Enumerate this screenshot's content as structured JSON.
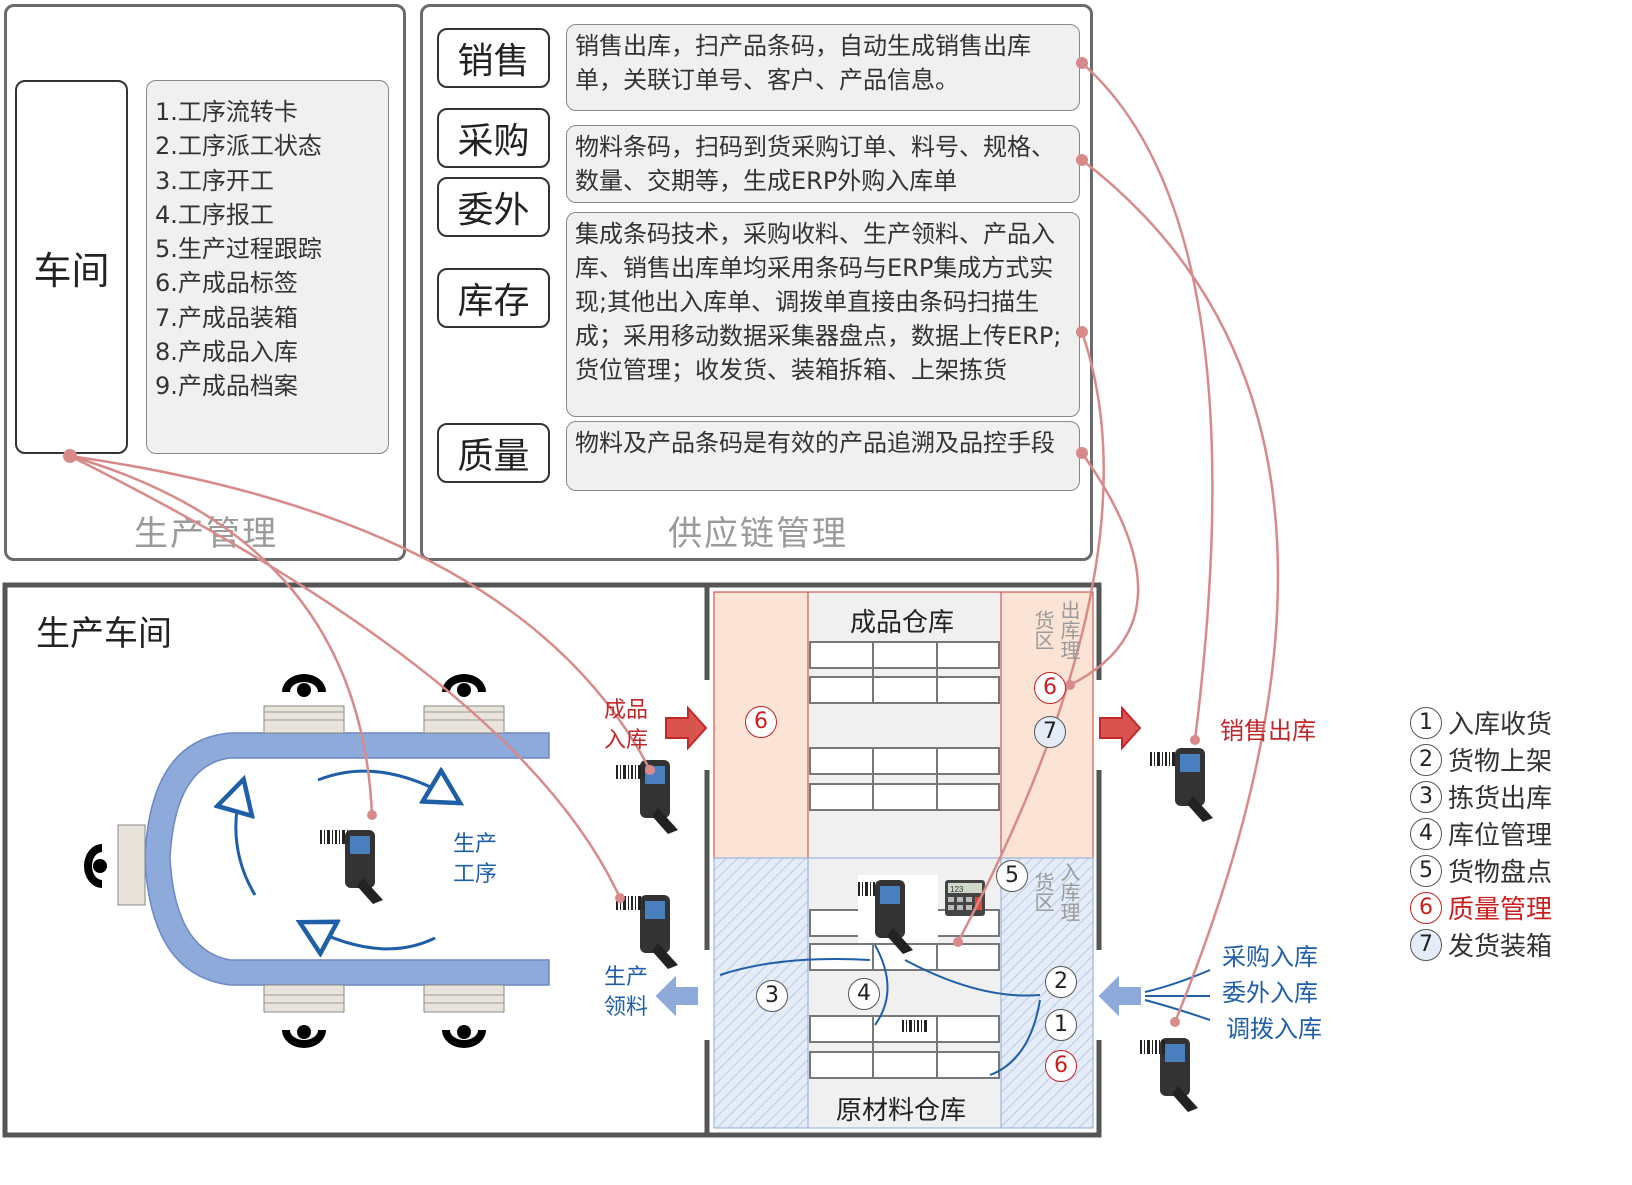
{
  "production_panel": {
    "title": "生产管理",
    "workshop_label": "车间",
    "items": [
      "1.工序流转卡",
      "2.工序派工状态",
      "3.工序开工",
      "4.工序报工",
      "5.生产过程跟踪",
      "6.产成品标签",
      "7.产成品装箱",
      "8.产成品入库",
      "9.产成品档案"
    ]
  },
  "supply_panel": {
    "title": "供应链管理",
    "rows": [
      {
        "label": "销售",
        "desc": "销售出库，扫产品条码，自动生成销售出库单，关联订单号、客户、产品信息。"
      },
      {
        "label": "采购",
        "desc": "物料条码，扫码到货采购订单、料号、规格、数量、交期等，生成ERP外购入库单"
      },
      {
        "label": "委外",
        "desc": ""
      },
      {
        "label": "库存",
        "desc": "集成条码技术，采购收料、生产领料、产品入库、销售出库单均采用条码与ERP集成方式实现;其他出入库单、调拨单直接由条码扫描生成；采用移动数据采集器盘点，数据上传ERP;货位管理；收发货、装箱拆箱、上架拣货"
      },
      {
        "label": "质量",
        "desc": "物料及产品条码是有效的产品追溯及品控手段"
      }
    ]
  },
  "floor": {
    "workshop_title": "生产车间",
    "process_label": "生产\n工序",
    "finished_in": "成品\n入库",
    "prod_pick": "生产\n领料",
    "sales_out": "销售出库",
    "purchase_in": "采购入库",
    "outsource_in": "委外入库",
    "transfer_in": "调拨入库",
    "fg_warehouse": "成品仓库",
    "rm_warehouse": "原材料仓库",
    "out_area_a": "出库理",
    "out_area_b": "货区",
    "in_area_a": "入库理",
    "in_area_b": "货区",
    "calc_display": "123"
  },
  "markers": {
    "fg_left": "6",
    "fg_right_top": "6",
    "fg_right_bot": "7",
    "rm_top": "5",
    "rm_3": "3",
    "rm_4": "4",
    "rm_2": "2",
    "rm_1": "1",
    "rm_6": "6"
  },
  "legend": [
    {
      "num": "1",
      "text": "入库收货",
      "style": "plain"
    },
    {
      "num": "2",
      "text": "货物上架",
      "style": "plain"
    },
    {
      "num": "3",
      "text": "拣货出库",
      "style": "plain"
    },
    {
      "num": "4",
      "text": "库位管理",
      "style": "plain"
    },
    {
      "num": "5",
      "text": "货物盘点",
      "style": "plain"
    },
    {
      "num": "6",
      "text": "质量管理",
      "style": "red"
    },
    {
      "num": "7",
      "text": "发货装箱",
      "style": "blue"
    }
  ],
  "colors": {
    "link": "#d88a8a",
    "conveyor": "#8eaadb",
    "flow_blue": "#1f5fa8",
    "red_arrow": "#c0282c",
    "fg_fill": "#fbe4d6",
    "rm_fill": "#e4ecf7"
  }
}
